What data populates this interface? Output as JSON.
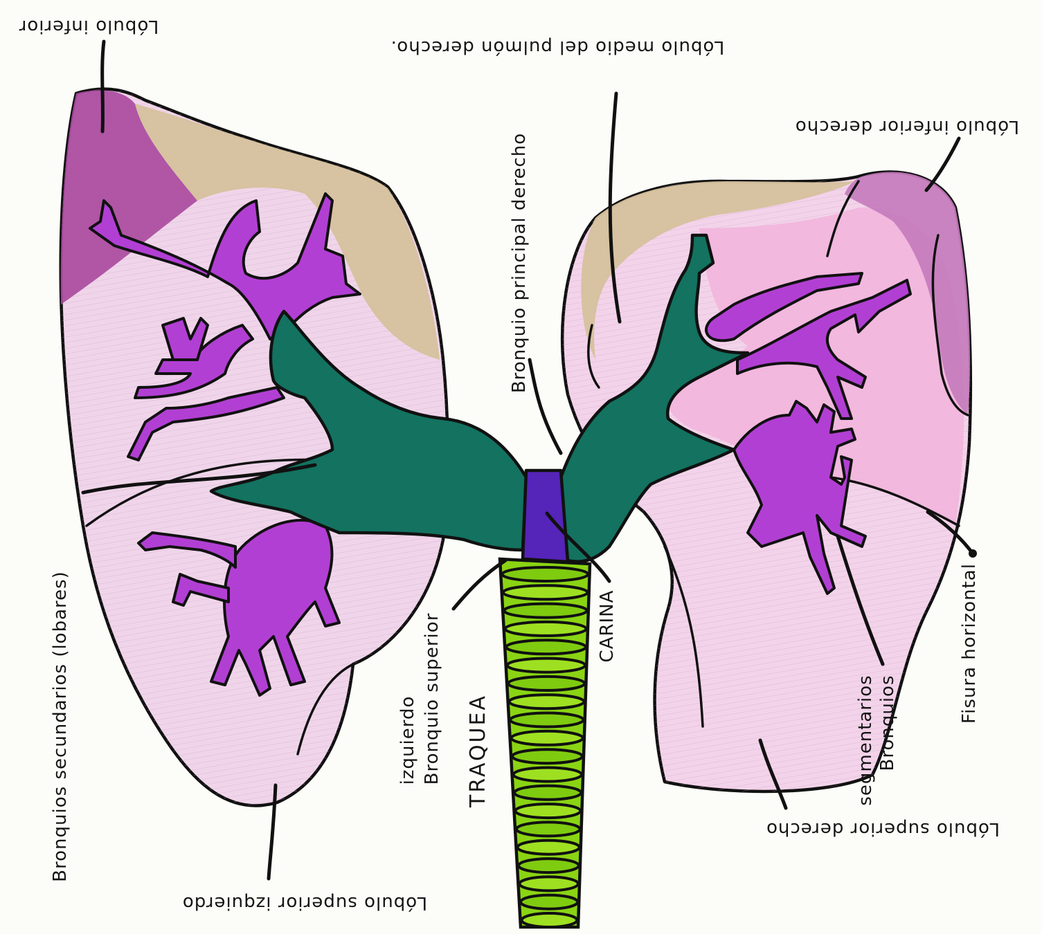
{
  "labels": {
    "lobulo_inferior": "Lóbulo inferior",
    "lobulo_medio": "Lóbulo medio del pulmón derecho.",
    "lobulo_inferior_derecho": "Lóbulo inferior derecho",
    "bronquio_principal_derecho": "Bronquio principal derecho",
    "bronquios_secundarios_line1": "Bronquios secundarios (lobares)",
    "bronquio_superior_izq_line1": "Bronquio superior",
    "bronquio_superior_izq_line2": "izquierdo",
    "traquea": "TRAQUEA",
    "carina": "CARINA",
    "fisura_horizontal": "Fisura horizontal",
    "bronquios_segmentarios_line1": "Bronquios",
    "bronquios_segmentarios_line2": "segmentarios",
    "lobulo_superior_izquierdo": "Lóbulo superior izquierdo",
    "lobulo_superior_derecho": "Lóbulo superior derecho"
  },
  "colors": {
    "lung_light": "#f2d3ec",
    "lung_pink": "#f3b9df",
    "lobe_dark": "#a94a9e",
    "lobe_medium": "#cc86c6",
    "tan": "#d6c29f",
    "bronchi_purple": "#b441d6",
    "main_bronchi_teal": "#13725f",
    "carina_blue": "#5524b8",
    "trachea_green": "#8ad414"
  }
}
